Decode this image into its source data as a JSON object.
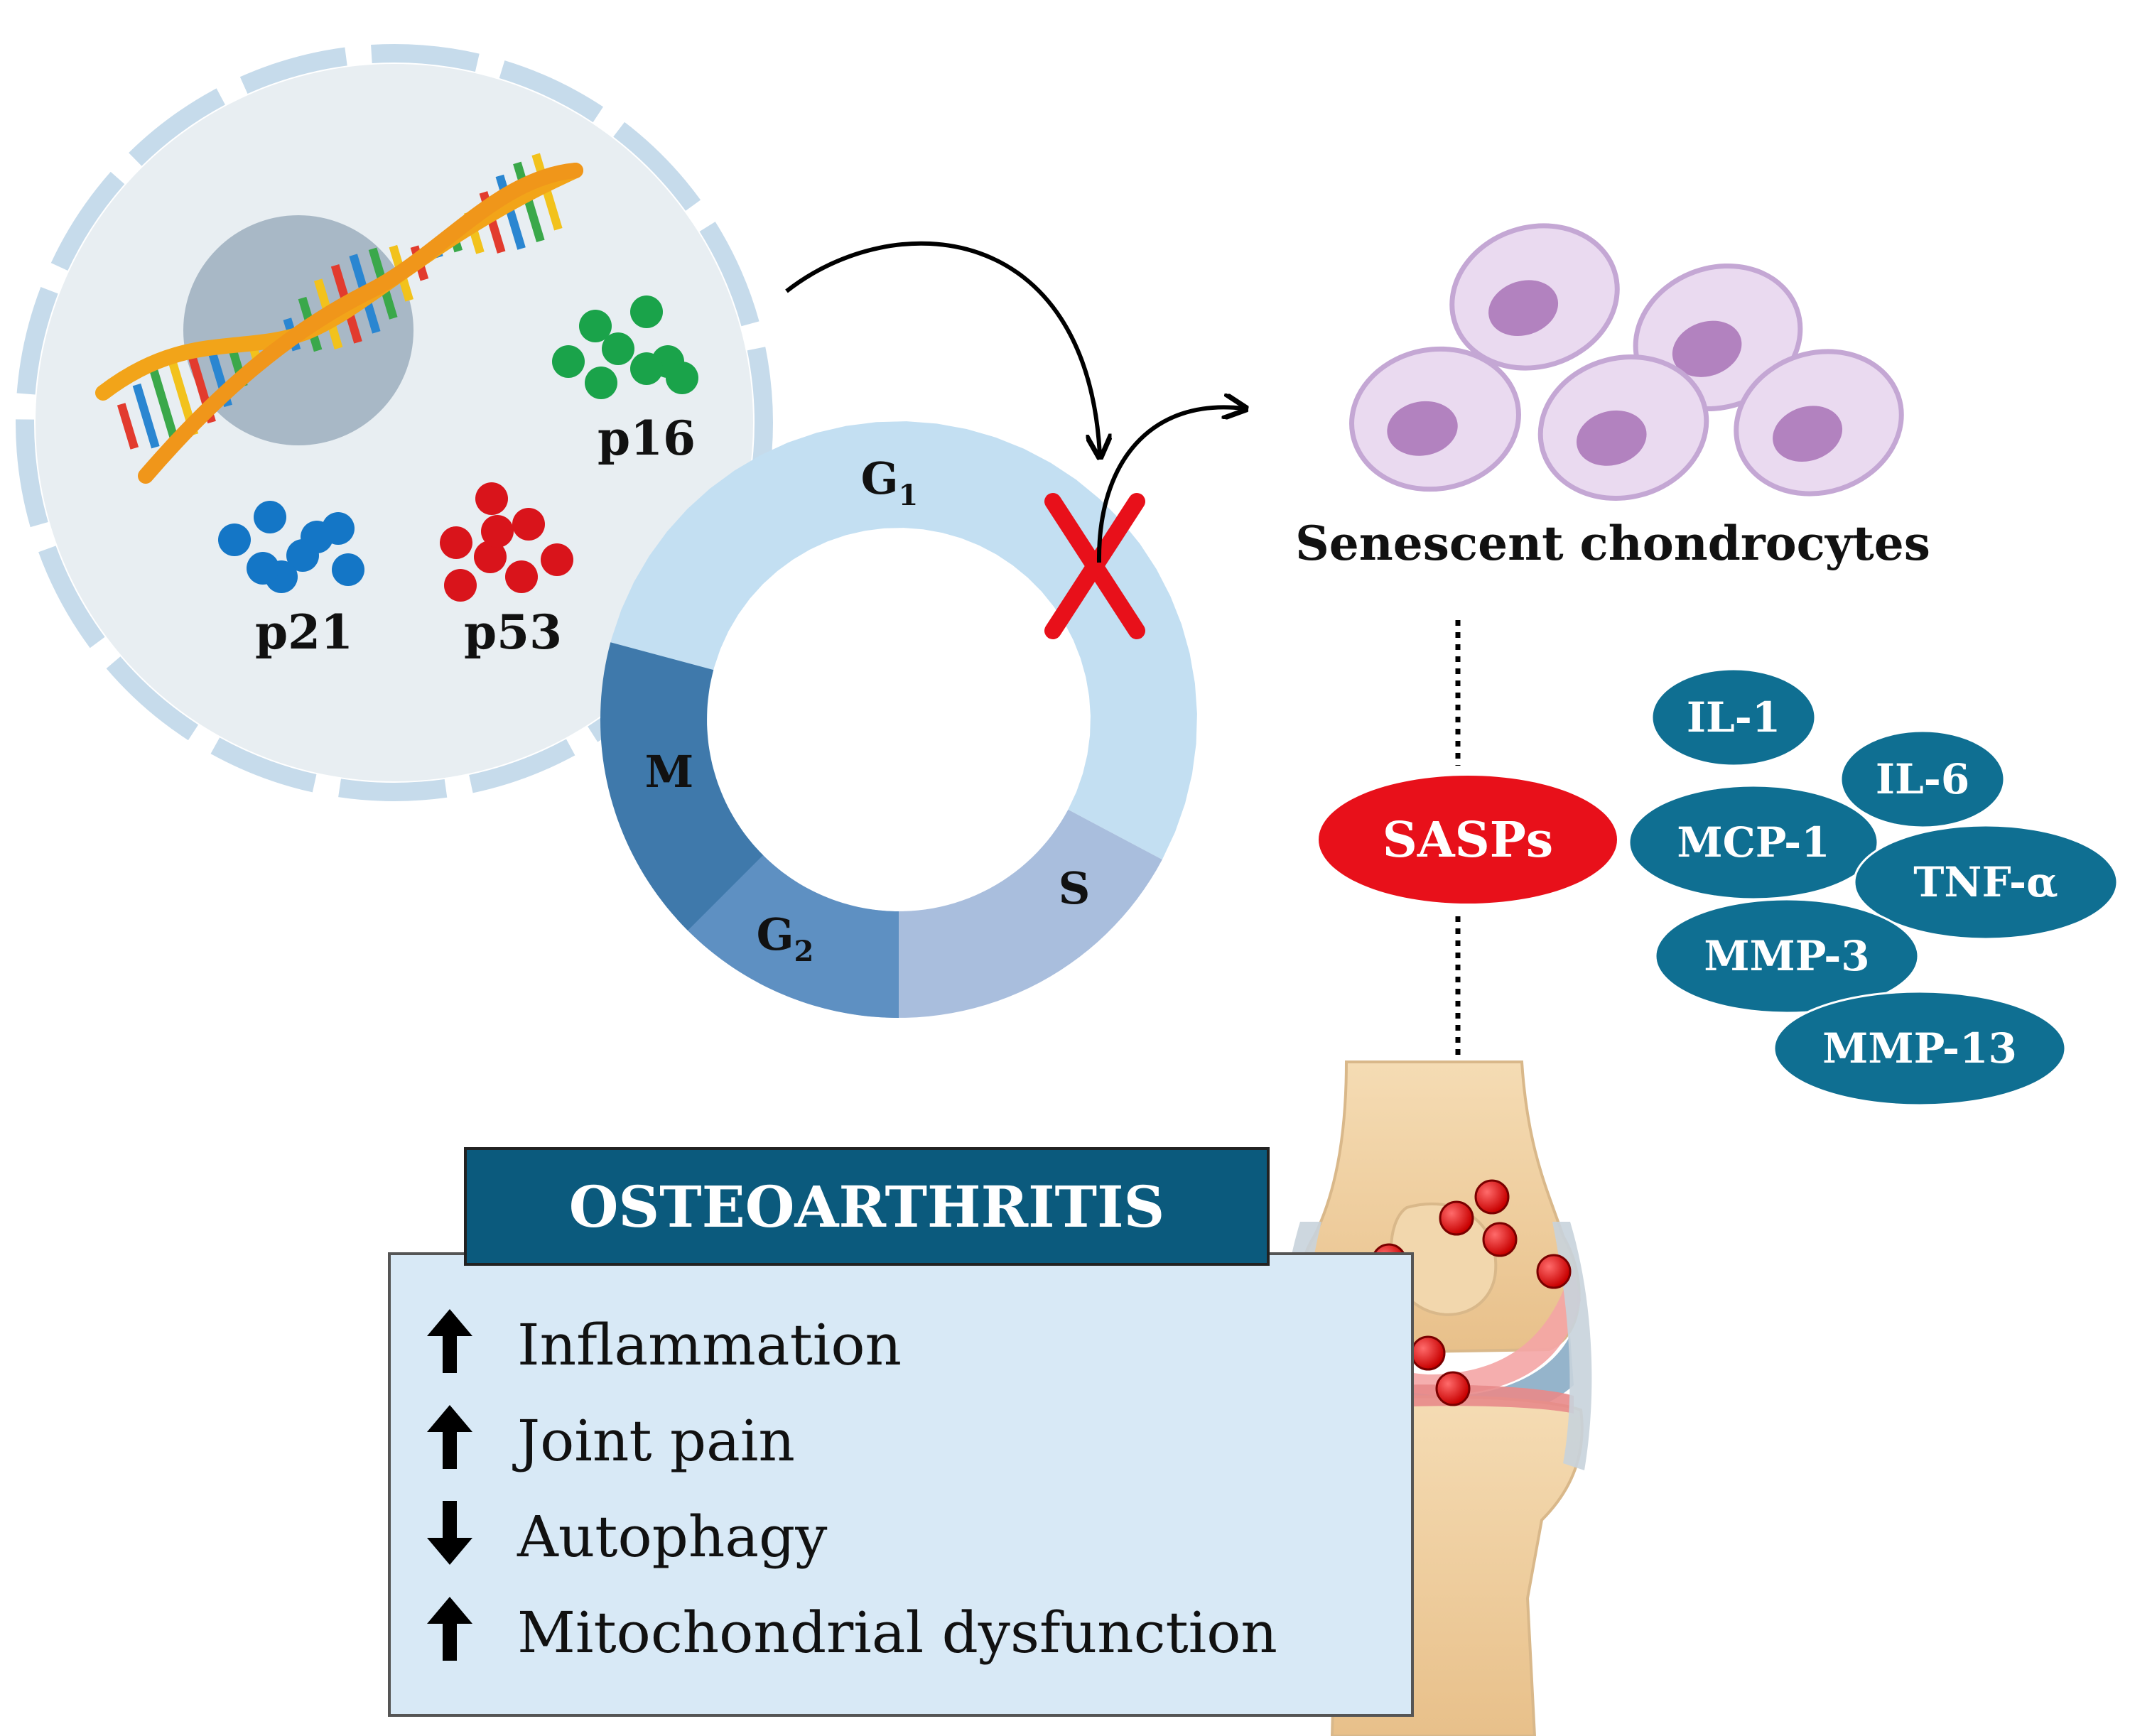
{
  "proteins": {
    "p16": "p16",
    "p21": "p21",
    "p53": "p53",
    "colors": {
      "p16": "#1aa34a",
      "p21": "#1476c6",
      "p53": "#d9141b"
    }
  },
  "cell_cycle": {
    "g1": "G",
    "g1_sub": "1",
    "s": "S",
    "g2": "G",
    "g2_sub": "2",
    "m": "M",
    "colors": {
      "g1": "#c3dff2",
      "s": "#a9bedd",
      "g2": "#5e90c2",
      "m": "#3f79ab"
    }
  },
  "senescent": {
    "label": "Senescent chondrocytes"
  },
  "sasp": {
    "label": "SASPs",
    "color": "#e8101a",
    "factors": [
      "IL-1",
      "IL-6",
      "MCP-1",
      "TNF-α",
      "MMP-3",
      "MMP-13"
    ],
    "factor_color": "#0f6f92"
  },
  "oa": {
    "title": "OSTEOARTHRITIS",
    "title_color": "#0b5a7d",
    "panel_color": "#d8e9f6",
    "items": [
      {
        "arrow": "up",
        "text": "Inflammation"
      },
      {
        "arrow": "up",
        "text": "Joint pain"
      },
      {
        "arrow": "down",
        "text": "Autophagy"
      },
      {
        "arrow": "up",
        "text": "Mitochondrial dysfunction"
      }
    ]
  }
}
